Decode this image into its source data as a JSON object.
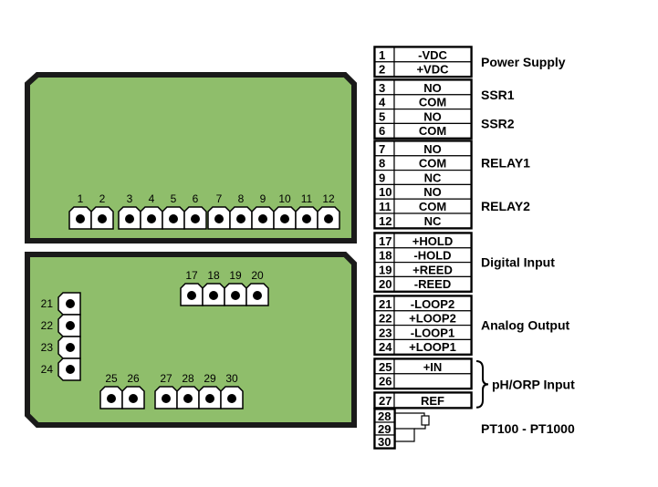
{
  "colors": {
    "board": "#8fbe6b",
    "border": "#1a1a1a",
    "terminal_fill": "#ffffff",
    "terminal_dot": "#000000"
  },
  "upper_board": {
    "terminals": [
      "1",
      "2",
      "3",
      "4",
      "5",
      "6",
      "7",
      "8",
      "9",
      "10",
      "11",
      "12"
    ]
  },
  "lower_board": {
    "top_terminals": [
      "17",
      "18",
      "19",
      "20"
    ],
    "left_terminals": [
      "21",
      "22",
      "23",
      "24"
    ],
    "bottom_left_terminals": [
      "25",
      "26"
    ],
    "bottom_right_terminals": [
      "27",
      "28",
      "29",
      "30"
    ]
  },
  "legend": {
    "groups": [
      {
        "rows": [
          {
            "num": "1",
            "label": "-VDC"
          },
          {
            "num": "2",
            "label": "+VDC"
          }
        ],
        "names": [
          {
            "text": "Power Supply",
            "rows": [
              0,
              1
            ]
          }
        ]
      },
      {
        "rows": [
          {
            "num": "3",
            "label": "NO"
          },
          {
            "num": "4",
            "label": "COM"
          },
          {
            "num": "5",
            "label": "NO"
          },
          {
            "num": "6",
            "label": "COM"
          }
        ],
        "names": [
          {
            "text": "SSR1",
            "rows": [
              0,
              1
            ]
          },
          {
            "text": "SSR2",
            "rows": [
              2,
              3
            ]
          }
        ]
      },
      {
        "rows": [
          {
            "num": "7",
            "label": "NO"
          },
          {
            "num": "8",
            "label": "COM"
          },
          {
            "num": "9",
            "label": "NC"
          },
          {
            "num": "10",
            "label": "NO"
          },
          {
            "num": "11",
            "label": "COM"
          },
          {
            "num": "12",
            "label": "NC"
          }
        ],
        "names": [
          {
            "text": "RELAY1",
            "rows": [
              0,
              2
            ]
          },
          {
            "text": "RELAY2",
            "rows": [
              3,
              5
            ]
          }
        ]
      },
      {
        "rows": [
          {
            "num": "17",
            "label": "+HOLD"
          },
          {
            "num": "18",
            "label": "-HOLD"
          },
          {
            "num": "19",
            "label": "+REED"
          },
          {
            "num": "20",
            "label": "-REED"
          }
        ],
        "names": [
          {
            "text": "Digital Input",
            "rows": [
              0,
              3
            ]
          }
        ]
      },
      {
        "rows": [
          {
            "num": "21",
            "label": "-LOOP2"
          },
          {
            "num": "22",
            "label": "+LOOP2"
          },
          {
            "num": "23",
            "label": "-LOOP1"
          },
          {
            "num": "24",
            "label": "+LOOP1"
          }
        ],
        "names": [
          {
            "text": "Analog Output",
            "rows": [
              0,
              3
            ]
          }
        ]
      }
    ],
    "ph_group": {
      "rows": [
        {
          "num": "25",
          "label": "+IN"
        },
        {
          "num": "26",
          "label": ""
        }
      ],
      "ref_row": {
        "num": "27",
        "label": "REF"
      },
      "name": "pH/ORP Input"
    },
    "pt_group": {
      "rows": [
        {
          "num": "28"
        },
        {
          "num": "29"
        },
        {
          "num": "30"
        }
      ],
      "name": "PT100 - PT1000"
    }
  }
}
